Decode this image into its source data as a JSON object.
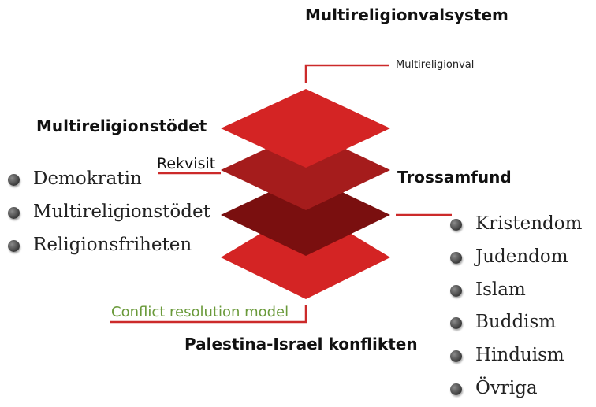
{
  "title": "Multireligionvalsystem",
  "top_callout": "Multireligionval",
  "left_heading": "Multireligionstödet",
  "rekvisit_label": "Rekvisit",
  "right_heading": "Trossamfund",
  "bottom_callout": "Conflict resolution model",
  "bottom_heading": "Palestina-Israel konflikten",
  "left_list": [
    "Demokratin",
    "Multireligionstödet",
    "Religionsfriheten"
  ],
  "right_list": [
    "Kristendom",
    "Judendom",
    "Islam",
    "Buddism",
    "Hinduism",
    "Övriga"
  ],
  "colors": {
    "layer_top": "#d42424",
    "layer_second": "#a51c1c",
    "layer_third": "#7a0f0f",
    "layer_bottom": "#d42424",
    "connector": "#cc2a2a",
    "green_text": "#6a9a3a"
  }
}
